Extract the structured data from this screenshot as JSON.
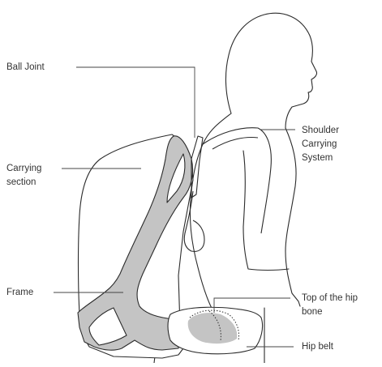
{
  "labels": {
    "ball_joint": "Ball Joint",
    "carrying_section_l1": "Carrying",
    "carrying_section_l2": "section",
    "frame": "Frame",
    "shoulder_l1": "Shoulder",
    "shoulder_l2": "Carrying",
    "shoulder_l3": "System",
    "hip_top_l1": "Top of the hip",
    "hip_top_l2": "bone",
    "hip_belt": "Hip belt"
  },
  "colors": {
    "outline": "#2b2b2b",
    "frame_fill": "#c4c4c4",
    "leader_line": "#444444",
    "background": "#ffffff"
  }
}
